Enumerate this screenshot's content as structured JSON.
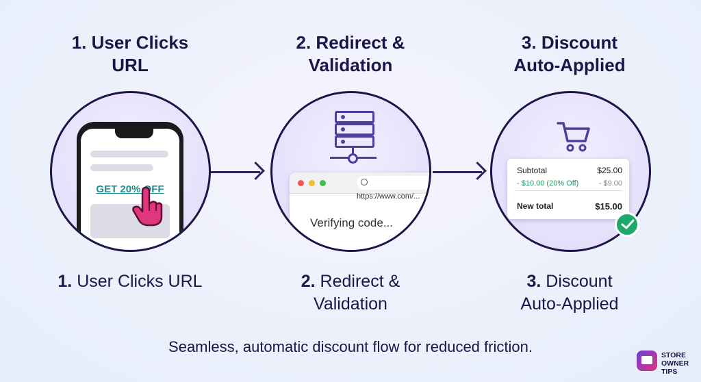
{
  "steps": [
    {
      "title_line1": "1. User Clicks",
      "title_line2": "URL",
      "caption_num": "1.",
      "caption_line1": "User Clicks URL",
      "caption_line2": "",
      "cta": "GET 20% OFF",
      "icon": "phone-tap-icon"
    },
    {
      "title_line1": "2. Redirect &",
      "title_line2": "Validation",
      "caption_num": "2.",
      "caption_line1": "Redirect &",
      "caption_line2": "Validation",
      "url": "https://www.com/...",
      "status": "Verifying code...",
      "icon": "server-icon"
    },
    {
      "title_line1": "3. Discount",
      "title_line2": "Auto-Applied",
      "caption_num": "3.",
      "caption_line1": "Discount",
      "caption_line2": "Auto-Applied",
      "icon": "cart-icon",
      "receipt": {
        "subtotal_label": "Subtotal",
        "subtotal_value": "$25.00",
        "discount_label": "- $10.00 (20% Off)",
        "discount_value": "- $9.00",
        "total_label": "New total",
        "total_value": "$15.00"
      }
    }
  ],
  "tagline": "Seamless, automatic discount flow for reduced friction.",
  "logo": {
    "line1": "STORE",
    "line2": "OWNER",
    "line3": "TIPS"
  },
  "colors": {
    "accent": "#1d8f8c",
    "ink": "#1c1548",
    "success": "#1fa86b",
    "discount": "#1f9a5e"
  }
}
